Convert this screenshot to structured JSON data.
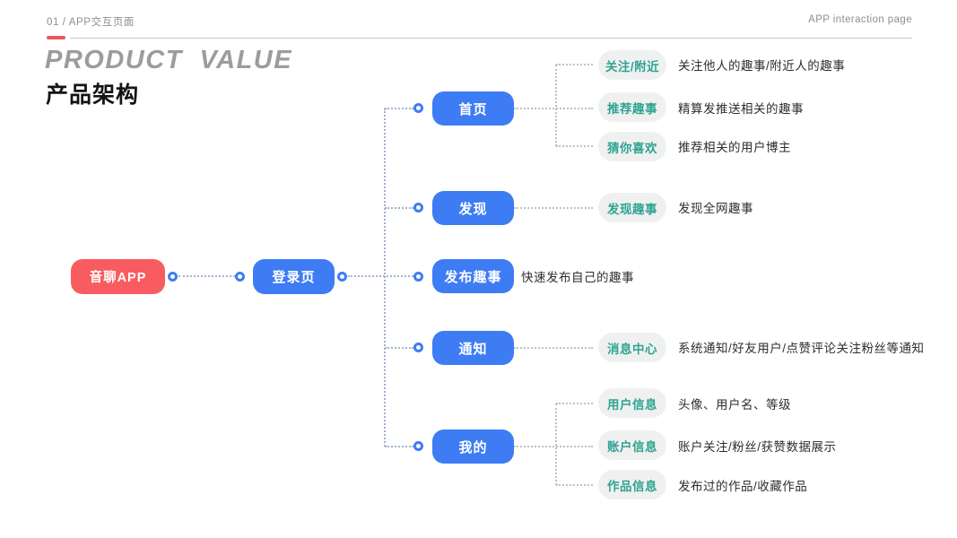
{
  "header": {
    "section_label": "01 / APP交互页面",
    "page_label_en": "APP interaction page"
  },
  "title": {
    "en": "PRODUCT VALUE",
    "zh": "产品架构"
  },
  "colors": {
    "accent_red": "#f95c60",
    "accent_blue": "#3e7cf4",
    "pill_bg": "#eff1f1",
    "pill_text": "#2fa392",
    "desc_text": "#2e2e2e",
    "muted_text": "#8f8f8f",
    "connector_left": "#a3b2cd",
    "connector_right": "#bcc4c0"
  },
  "tree": {
    "root": {
      "label": "音聊APP"
    },
    "login": {
      "label": "登录页"
    },
    "pages": [
      {
        "label": "首页",
        "children": [
          {
            "label": "关注/附近",
            "desc": "关注他人的趣事/附近人的趣事"
          },
          {
            "label": "推荐趣事",
            "desc": "精算发推送相关的趣事"
          },
          {
            "label": "猜你喜欢",
            "desc": "推荐相关的用户博主"
          }
        ]
      },
      {
        "label": "发现",
        "children": [
          {
            "label": "发现趣事",
            "desc": "发现全网趣事"
          }
        ]
      },
      {
        "label": "发布趣事",
        "desc": "快速发布自己的趣事",
        "children": []
      },
      {
        "label": "通知",
        "children": [
          {
            "label": "消息中心",
            "desc": "系统通知/好友用户/点赞评论关注粉丝等通知"
          }
        ]
      },
      {
        "label": "我的",
        "children": [
          {
            "label": "用户信息",
            "desc": "头像、用户名、等级"
          },
          {
            "label": "账户信息",
            "desc": "账户关注/粉丝/获赞数据展示"
          },
          {
            "label": "作品信息",
            "desc": "发布过的作品/收藏作品"
          }
        ]
      }
    ]
  }
}
